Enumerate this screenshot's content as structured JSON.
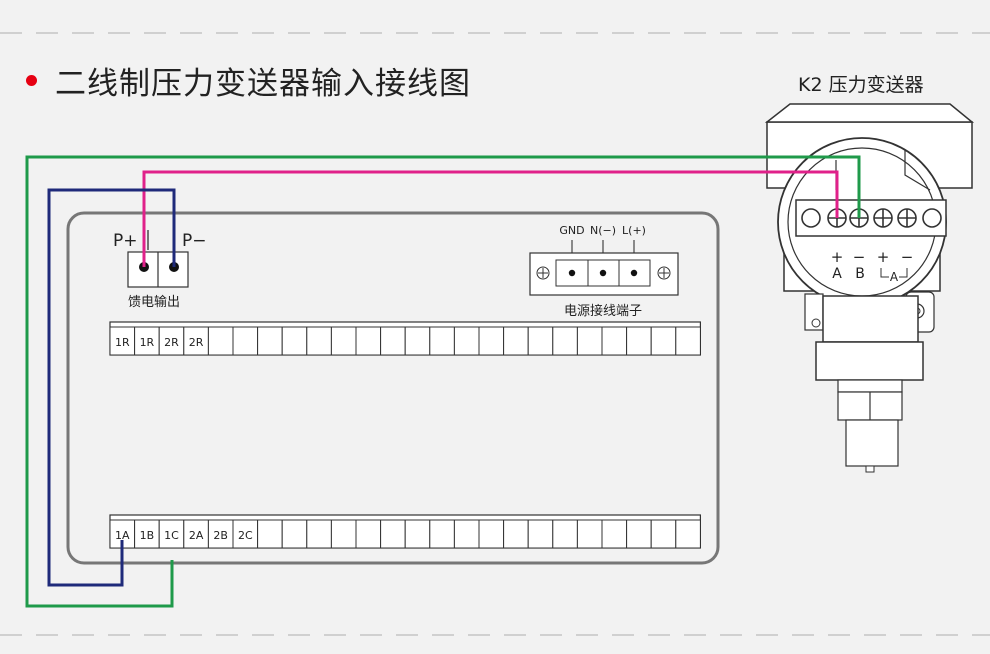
{
  "title": "二线制压力变送器输入接线图",
  "colors": {
    "background": "#f2f2f2",
    "title_bullet": "#e60012",
    "wire_green": "#1f9a4a",
    "wire_magenta": "#e0218a",
    "wire_navy": "#1f2a7a"
  },
  "transmitter": {
    "title": "K2 压力变送器",
    "terminal_marks": [
      "+",
      "−",
      "+",
      "−"
    ],
    "terminal_letters": [
      "A",
      "B",
      "A"
    ]
  },
  "feed_output": {
    "plus_label": "P+",
    "minus_label": "P−",
    "caption": "馈电输出"
  },
  "power_terminal": {
    "labels": [
      "GND",
      "N(−)",
      "L(+)"
    ],
    "caption": "电源接线端子"
  },
  "top_strip": {
    "labels": [
      "1R",
      "1R",
      "2R",
      "2R",
      "",
      "",
      "",
      "",
      "",
      "",
      "",
      "",
      "",
      "",
      "",
      "",
      "",
      "",
      "",
      "",
      "",
      "",
      "",
      ""
    ]
  },
  "bottom_strip": {
    "labels": [
      "1A",
      "1B",
      "1C",
      "2A",
      "2B",
      "2C",
      "",
      "",
      "",
      "",
      "",
      "",
      "",
      "",
      "",
      "",
      "",
      "",
      "",
      "",
      "",
      "",
      "",
      ""
    ]
  }
}
